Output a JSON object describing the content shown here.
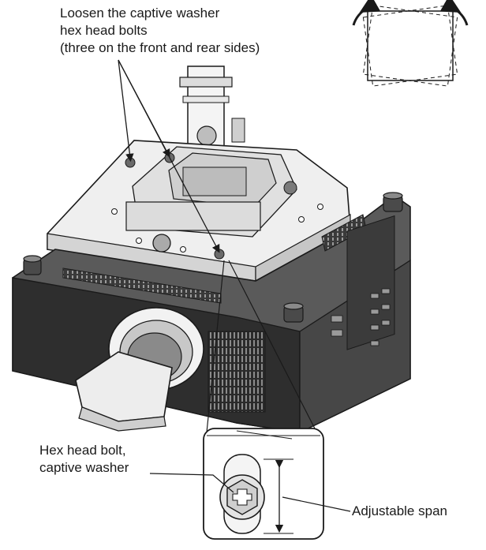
{
  "labels": {
    "loosen": {
      "line1": "Loosen the captive washer",
      "line2": "hex head bolts",
      "line3": "(three on the front and rear sides)"
    },
    "hex_bolt": {
      "line1": "Hex head bolt,",
      "line2": "captive washer"
    },
    "adjustable_span": "Adjustable span"
  },
  "colors": {
    "stroke": "#1a1a1a",
    "body_dark": "#2e2e2e",
    "body_mid": "#6a6a6a",
    "body_light": "#d8d8d8",
    "plate": "#efefef"
  }
}
